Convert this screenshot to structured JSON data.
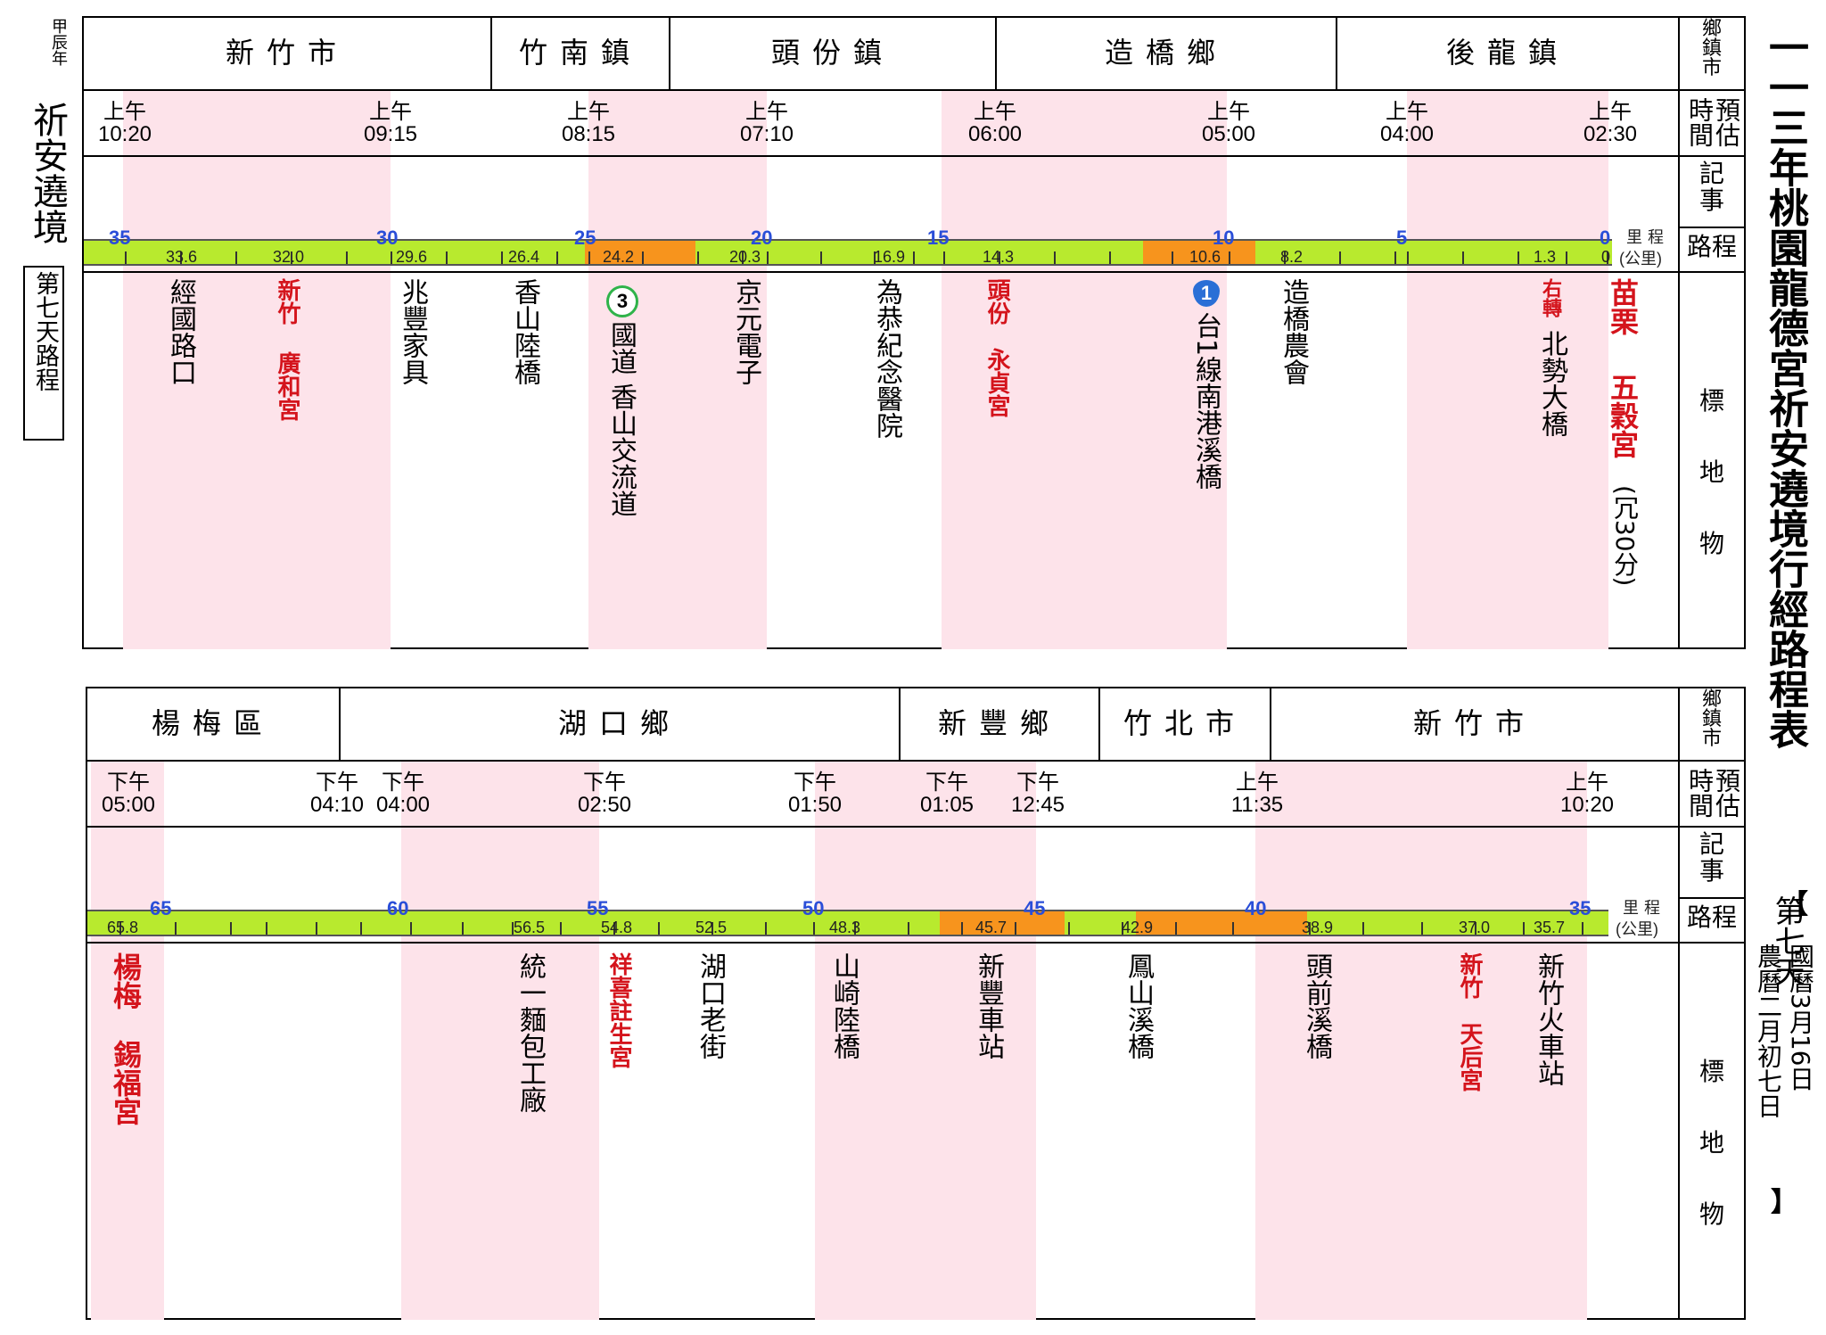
{
  "left_header": {
    "year": "甲辰年",
    "title": "祈安遶境",
    "day_box": "第七天路程"
  },
  "right_header": {
    "title": "一一三年桃園龍德宮祈安遶境行經路程表",
    "day": "第七天",
    "date_open": "【",
    "date_line1": "國曆3月16日",
    "date_line2": "農曆二月初七日",
    "date_close": "】"
  },
  "side_labels": {
    "town": "鄉鎮市",
    "time": "預估時間",
    "note": "記事",
    "route": "路程",
    "landmark": "標地物",
    "km_label": "里程",
    "km_unit": "(公里)"
  },
  "top": {
    "towns": [
      "新竹市",
      "竹南鎮",
      "頭份鎮",
      "造橋鄉",
      "後龍鎮"
    ],
    "times": [
      {
        "ap": "上午",
        "t": "10:20"
      },
      {
        "ap": "上午",
        "t": "09:15"
      },
      {
        "ap": "上午",
        "t": "08:15"
      },
      {
        "ap": "上午",
        "t": "07:10"
      },
      {
        "ap": "上午",
        "t": "06:00"
      },
      {
        "ap": "上午",
        "t": "05:00"
      },
      {
        "ap": "上午",
        "t": "04:00"
      },
      {
        "ap": "上午",
        "t": "02:30"
      }
    ],
    "big_marks": [
      "35",
      "30",
      "25",
      "20",
      "15",
      "10",
      "5",
      "0"
    ],
    "km_values": [
      "33.6",
      "32.0",
      "29.6",
      "26.4",
      "24.2",
      "20.3",
      "16.9",
      "14.3",
      "10.6",
      "8.2",
      "1.3",
      "0"
    ],
    "landmarks": {
      "jingguo": "經國路口",
      "guanghe_a": "新竹",
      "guanghe_b": "廣和宮",
      "zhaofeng": "兆豐家具",
      "xiangshan": "香山陸橋",
      "guodao_badge": "3",
      "guodao": "國道 香山交流道",
      "jingyuan": "京元電子",
      "weigong": "為恭紀念醫院",
      "yongzhen_a": "頭份",
      "yongzhen_b": "永貞宮",
      "tai1_badge": "1",
      "tai1": "台1線南港溪橋",
      "zaoqiao": "造橋農會",
      "youzhuan": "右轉",
      "beishi": "北勢大橋",
      "wugu_a": "苗栗",
      "wugu_b": "五穀宮",
      "wugu_c": "(冗30分)"
    }
  },
  "bottom": {
    "towns": [
      "楊梅區",
      "湖口鄉",
      "新豐鄉",
      "竹北市",
      "新竹市"
    ],
    "times": [
      {
        "ap": "下午",
        "t": "05:00"
      },
      {
        "ap": "下午",
        "t": "04:10"
      },
      {
        "ap": "下午",
        "t": "04:00"
      },
      {
        "ap": "下午",
        "t": "02:50"
      },
      {
        "ap": "下午",
        "t": "01:50"
      },
      {
        "ap": "下午",
        "t": "01:05"
      },
      {
        "ap": "下午",
        "t": "12:45"
      },
      {
        "ap": "上午",
        "t": "11:35"
      },
      {
        "ap": "上午",
        "t": "10:20"
      }
    ],
    "big_marks": [
      "65",
      "60",
      "55",
      "50",
      "45",
      "40",
      "35"
    ],
    "km_values": [
      "65.8",
      "56.5",
      "54.8",
      "52.5",
      "48.3",
      "45.7",
      "42.9",
      "38.9",
      "37.0",
      "35.7"
    ],
    "landmarks": {
      "xifu_a": "楊梅",
      "xifu_b": "錫福宮",
      "tongyi": "統一麵包工廠",
      "xiangxi": "祥喜註生宮",
      "hukou": "湖口老街",
      "shanqi": "山崎陸橋",
      "xinfeng": "新豐車站",
      "fengshan": "鳳山溪橋",
      "touqian": "頭前溪橋",
      "tianhou_a": "新竹",
      "tianhou_b": "天后宮",
      "xinzhu": "新竹火車站"
    }
  }
}
